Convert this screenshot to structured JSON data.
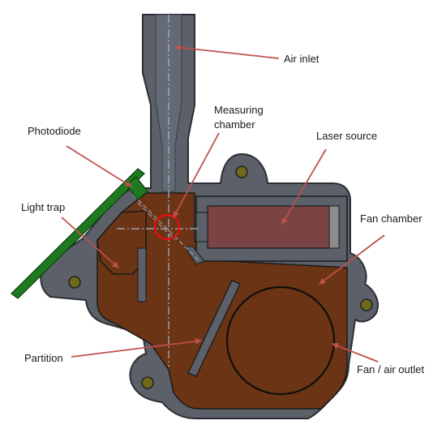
{
  "labels": {
    "air_inlet": "Air inlet",
    "measuring_chamber_line1": "Measuring",
    "measuring_chamber_line2": "chamber",
    "photodiode": "Photodiode",
    "laser_source": "Laser source",
    "light_trap": "Light trap",
    "fan_chamber": "Fan chamber",
    "partition": "Partition",
    "fan_air_outlet": "Fan / air outlet"
  },
  "colors": {
    "housing": "#5b6069",
    "housing_edge": "#2c2f35",
    "chamber_fill": "#6b3414",
    "laser_fill": "#7a4444",
    "pcb": "#1f7a1f",
    "arrow": "#c0504d",
    "centerline": "#9fb7d8",
    "focus_ring": "#e01010",
    "screw": "#6e6a1a"
  }
}
